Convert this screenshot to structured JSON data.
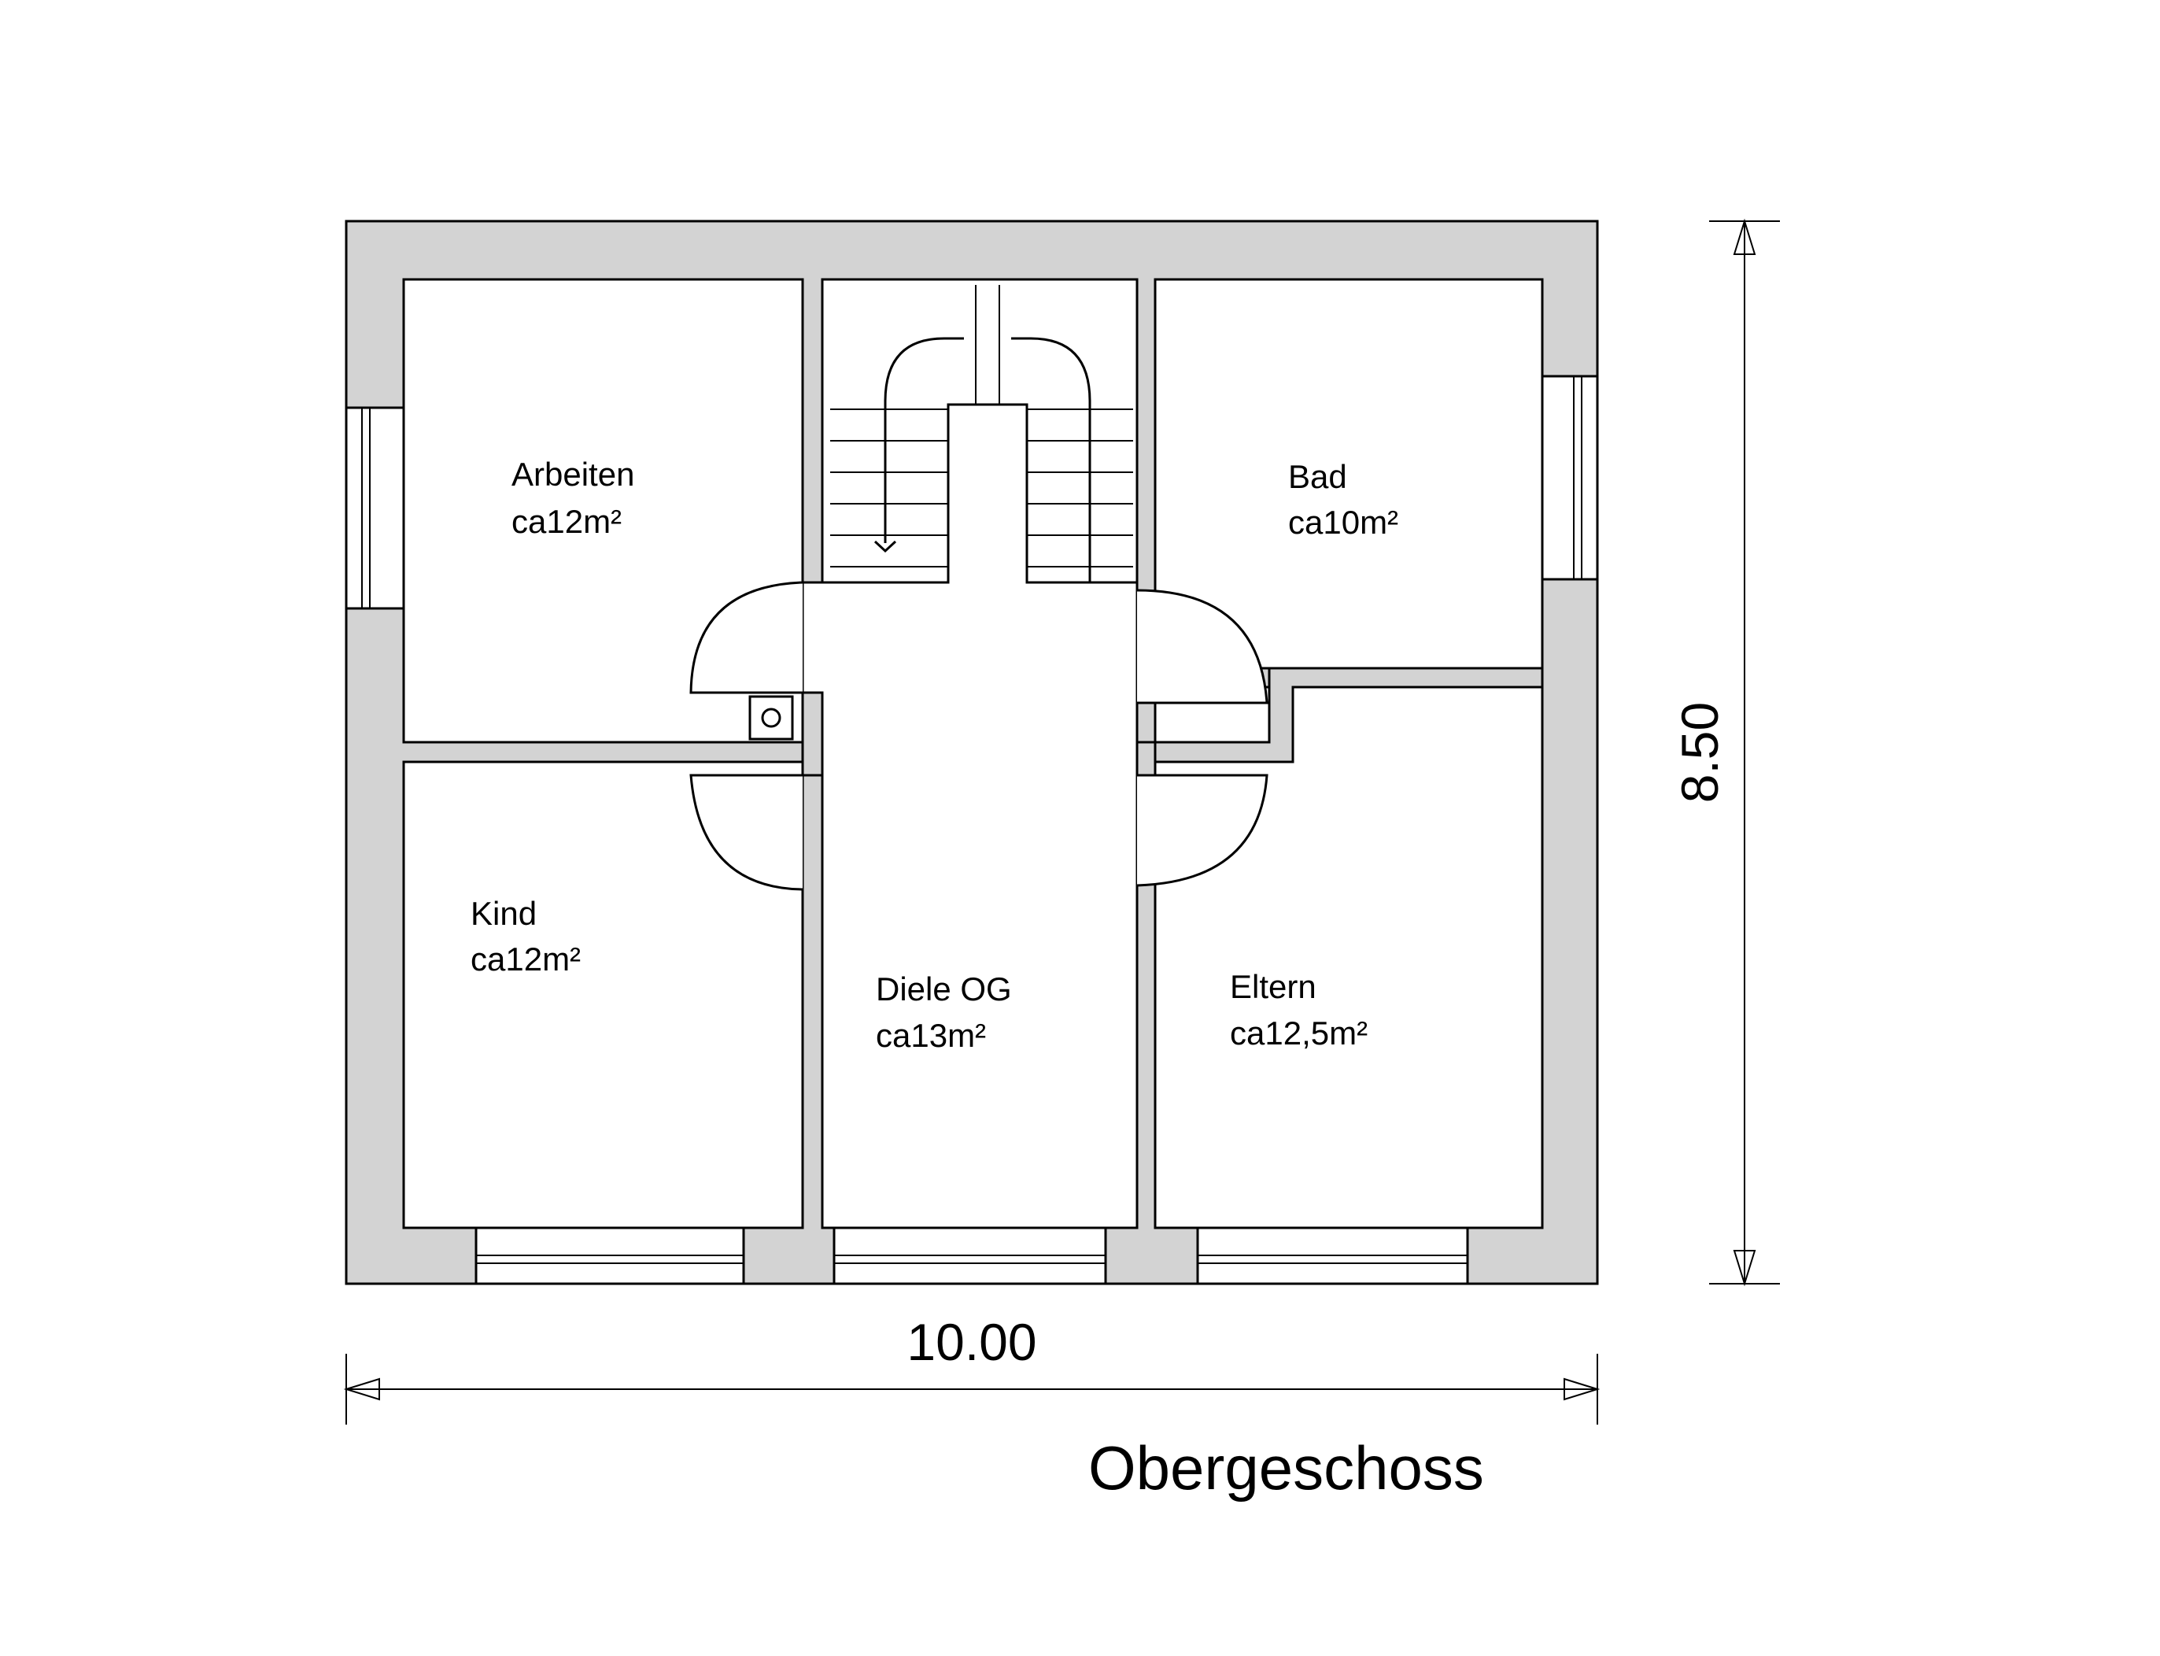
{
  "plan_title": "Obergeschoss",
  "dimensions": {
    "width_label": "10.00",
    "height_label": "8.50"
  },
  "rooms": {
    "arbeiten": {
      "name": "Arbeiten",
      "area": "ca12m²"
    },
    "bad": {
      "name": "Bad",
      "area": "ca10m²"
    },
    "kind": {
      "name": "Kind",
      "area": "ca12m²"
    },
    "diele": {
      "name": "Diele OG",
      "area": "ca13m²"
    },
    "eltern": {
      "name": "Eltern",
      "area": "ca12,5m²"
    }
  },
  "colors": {
    "wall": "#d3d3d3",
    "line": "#000000",
    "background": "#ffffff"
  }
}
